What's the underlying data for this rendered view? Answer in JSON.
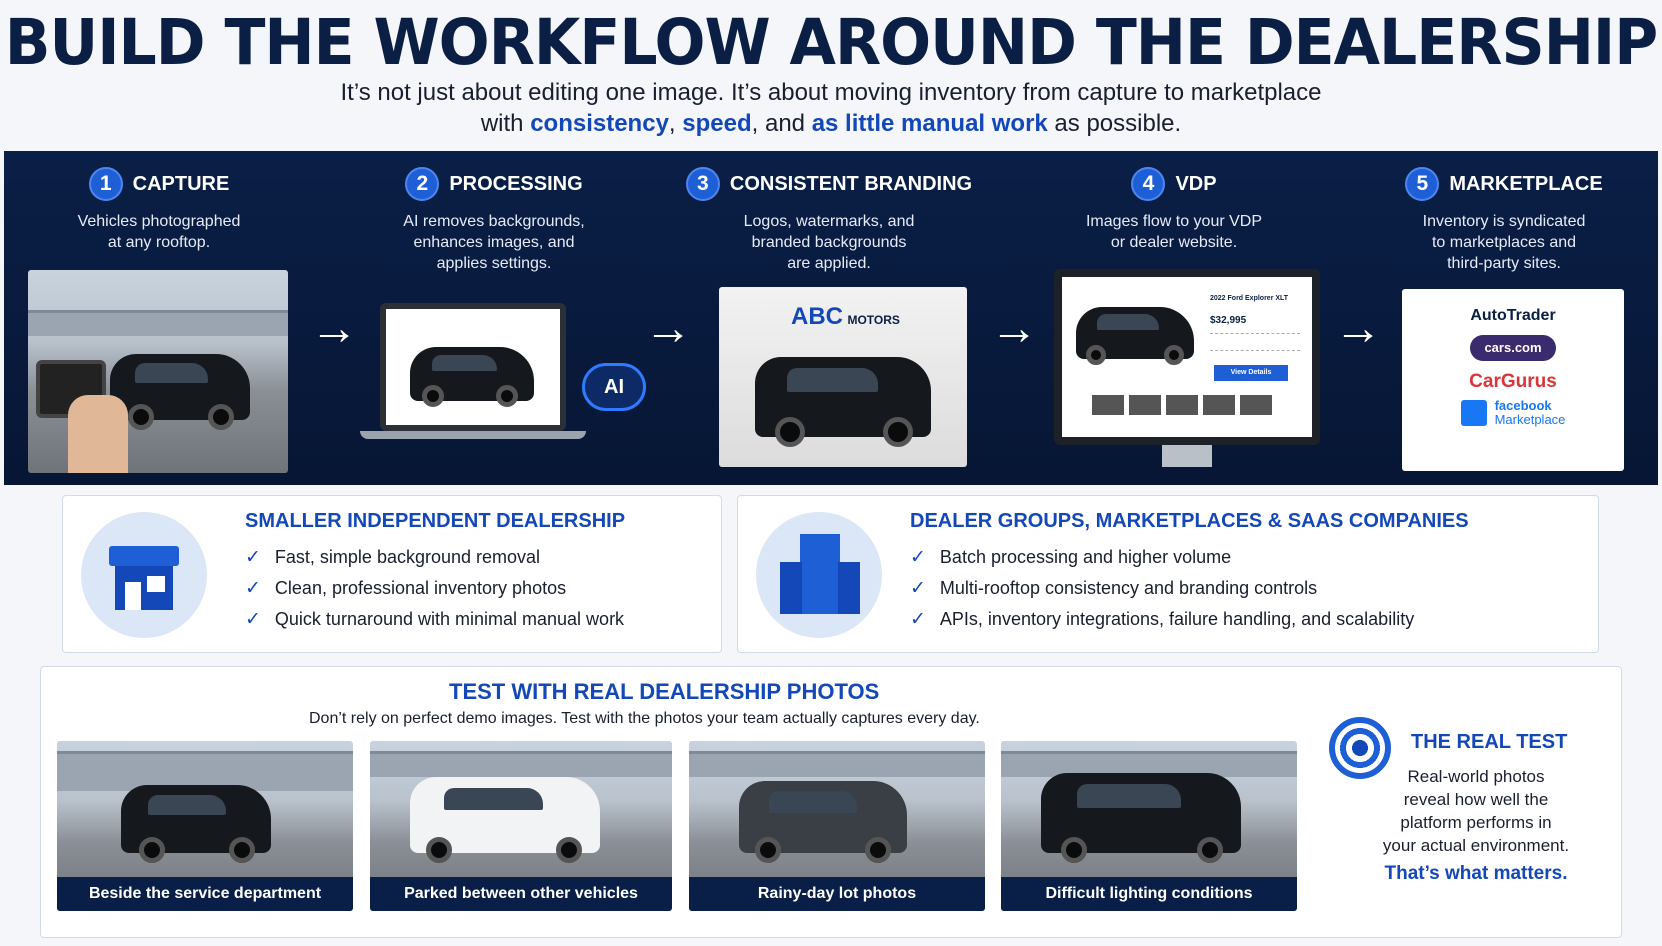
{
  "header": {
    "title": "BUILD THE WORKFLOW AROUND THE DEALERSHIP",
    "sub_line1": "It’s not just about editing one image. It’s about moving inventory from capture to marketplace",
    "sub_line2_a": "with ",
    "sub_hl1": "consistency",
    "sub_sep1": ", ",
    "sub_hl2": "speed",
    "sub_sep2": ", and ",
    "sub_hl3": "as little manual work",
    "sub_end": " as possible."
  },
  "steps": [
    {
      "num": "1",
      "title": "CAPTURE",
      "desc": "Vehicles photographed\nat any rooftop."
    },
    {
      "num": "2",
      "title": "PROCESSING",
      "desc": "AI removes backgrounds,\nenhances images, and\napplies settings."
    },
    {
      "num": "3",
      "title": "CONSISTENT BRANDING",
      "desc": "Logos, watermarks, and\nbranded backgrounds\nare applied."
    },
    {
      "num": "4",
      "title": "VDP",
      "desc": "Images flow to your VDP\nor dealer website."
    },
    {
      "num": "5",
      "title": "MARKETPLACE",
      "desc": "Inventory is syndicated\nto marketplaces and\nthird-party sites."
    }
  ],
  "ai_badge": "AI",
  "branding": {
    "logo_big": "ABC",
    "logo_small": "MOTORS"
  },
  "vdp": {
    "title": "2022 Ford Explorer XLT",
    "price": "$32,995",
    "button": "View Details"
  },
  "marketplaces": [
    "AutoTrader",
    "cars.com",
    "CarGurus",
    "facebook",
    "Marketplace"
  ],
  "small_dealer": {
    "title": "SMALLER INDEPENDENT DEALERSHIP",
    "items": [
      "Fast, simple background removal",
      "Clean, professional inventory photos",
      "Quick turnaround with minimal manual work"
    ]
  },
  "dealer_groups": {
    "title": "DEALER GROUPS, MARKETPLACES & SAAS COMPANIES",
    "items": [
      "Batch processing and higher volume",
      "Multi-rooftop consistency and branding controls",
      "APIs, inventory integrations, failure handling, and scalability"
    ]
  },
  "test": {
    "title": "TEST WITH REAL DEALERSHIP PHOTOS",
    "subtitle": "Don’t rely on perfect demo images. Test with the photos your team actually captures every day.",
    "tiles": [
      "Beside the service department",
      "Parked between other vehicles",
      "Rainy-day lot photos",
      "Difficult lighting conditions"
    ],
    "real_test_title": "THE REAL TEST",
    "real_test_body": "Real-world photos\nreveal how well the\nplatform performs in\nyour actual environment.",
    "real_test_emph": "That’s what matters."
  },
  "colors": {
    "navy": "#0a1f47",
    "accent": "#1447b8",
    "badge": "#1f5fd6"
  }
}
